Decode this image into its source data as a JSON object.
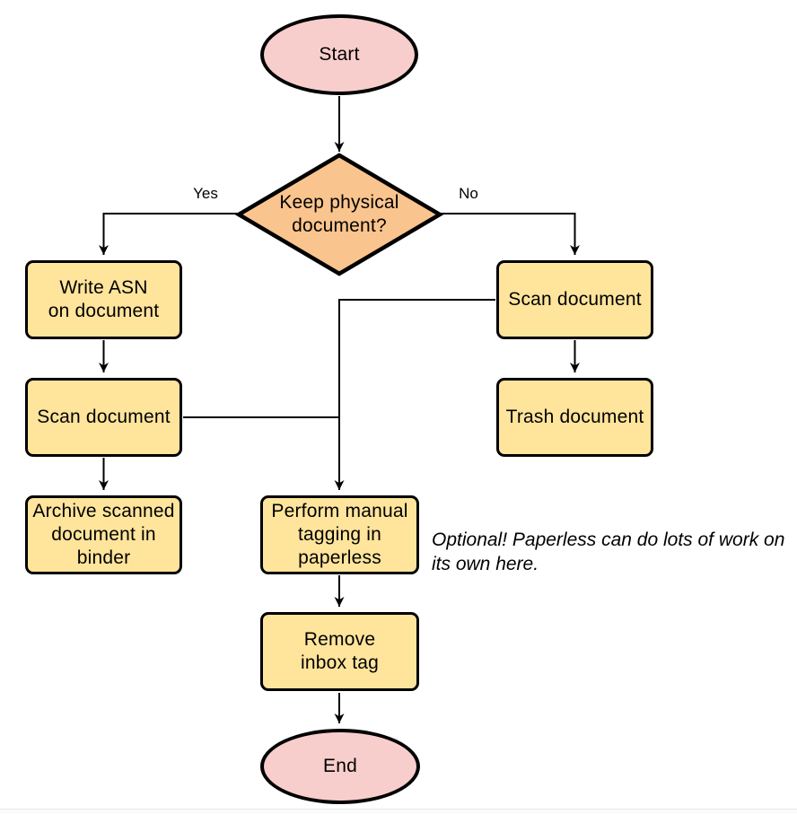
{
  "diagram_type": "flowchart",
  "colors": {
    "terminal_fill": "#F8CECC",
    "decision_fill": "#FAC48E",
    "process_fill": "#FFE49C",
    "stroke": "#000000",
    "background": "#FFFFFF"
  },
  "nodes": {
    "start": {
      "label": "Start",
      "shape": "ellipse",
      "fill": "#F8CECC"
    },
    "decision": {
      "label": "Keep physical\ndocument?",
      "shape": "diamond",
      "fill": "#FAC48E"
    },
    "write_asn": {
      "label": "Write ASN\non document",
      "shape": "process",
      "fill": "#FFE49C"
    },
    "scan_left": {
      "label": "Scan document",
      "shape": "process",
      "fill": "#FFE49C"
    },
    "archive": {
      "label": "Archive scanned\ndocument in\nbinder",
      "shape": "process",
      "fill": "#FFE49C"
    },
    "scan_right": {
      "label": "Scan document",
      "shape": "process",
      "fill": "#FFE49C"
    },
    "trash": {
      "label": "Trash document",
      "shape": "process",
      "fill": "#FFE49C"
    },
    "tagging": {
      "label": "Perform manual\ntagging in\npaperless",
      "shape": "process",
      "fill": "#FFE49C"
    },
    "remove_inbox": {
      "label": "Remove\ninbox tag",
      "shape": "process",
      "fill": "#FFE49C"
    },
    "end": {
      "label": "End",
      "shape": "ellipse",
      "fill": "#F8CECC"
    }
  },
  "edge_labels": {
    "yes": "Yes",
    "no": "No"
  },
  "edges": [
    {
      "from": "start",
      "to": "decision",
      "label": ""
    },
    {
      "from": "decision",
      "to": "write_asn",
      "label": "Yes"
    },
    {
      "from": "decision",
      "to": "scan_right",
      "label": "No"
    },
    {
      "from": "write_asn",
      "to": "scan_left",
      "label": ""
    },
    {
      "from": "scan_left",
      "to": "archive",
      "label": ""
    },
    {
      "from": "scan_right",
      "to": "trash",
      "label": ""
    },
    {
      "from": "scan_right",
      "to": "tagging",
      "label": ""
    },
    {
      "from": "scan_left",
      "to": "tagging",
      "label": ""
    },
    {
      "from": "tagging",
      "to": "remove_inbox",
      "label": ""
    },
    {
      "from": "remove_inbox",
      "to": "end",
      "label": ""
    }
  ],
  "note": {
    "text": "Optional! Paperless can do lots of work on\nits own here."
  }
}
